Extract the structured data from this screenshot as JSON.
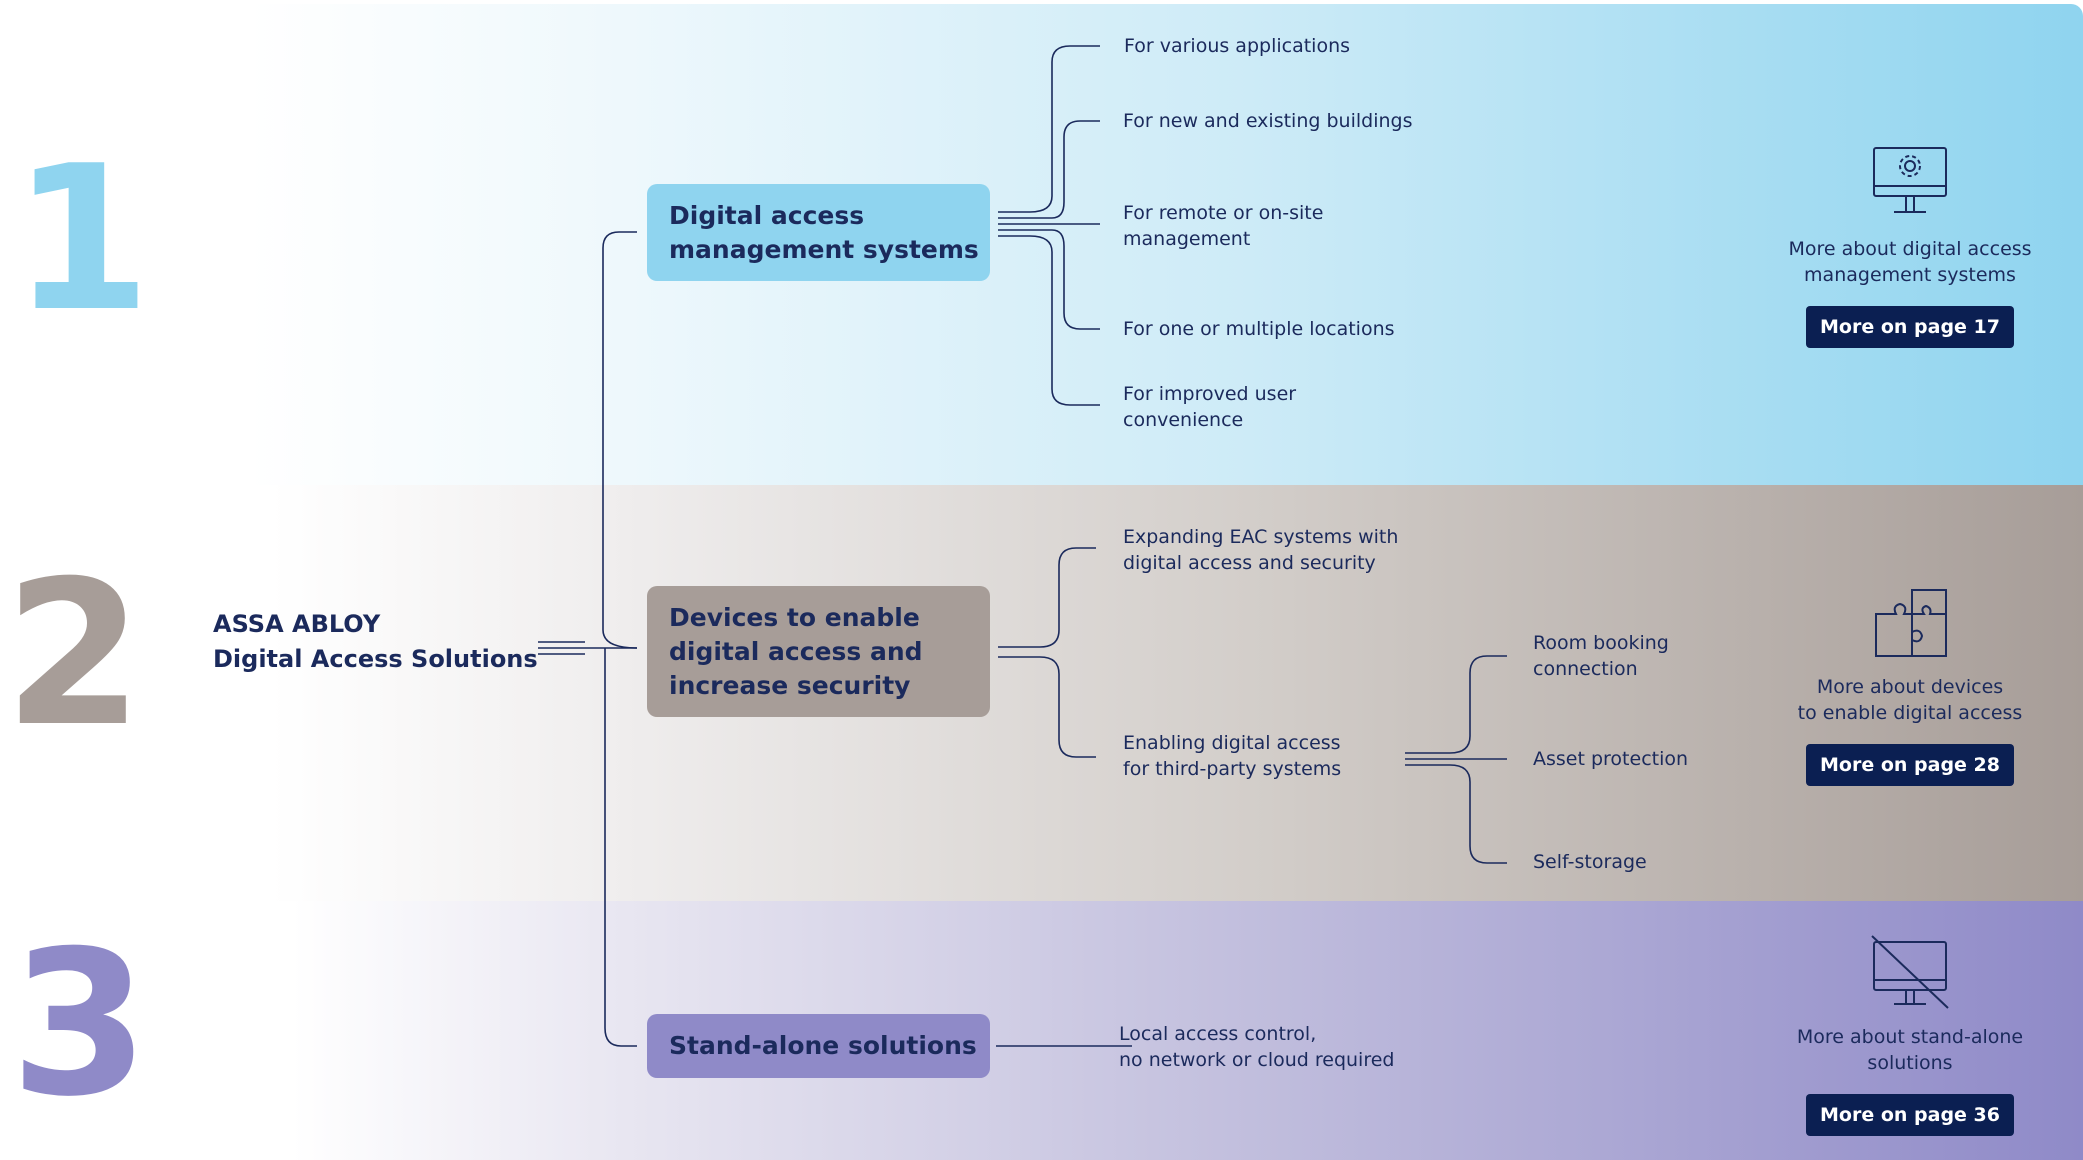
{
  "numbers": [
    "1",
    "2",
    "3"
  ],
  "root": {
    "line1": "ASSA ABLOY",
    "line2": "Digital Access Solutions"
  },
  "categories": [
    {
      "lines": [
        "Digital access",
        "management systems"
      ]
    },
    {
      "lines": [
        "Devices to enable",
        "digital access and",
        "increase security"
      ]
    },
    {
      "lines": [
        "Stand-alone solutions"
      ]
    }
  ],
  "category1_items": [
    {
      "lines": [
        "For various applications"
      ]
    },
    {
      "lines": [
        "For new and existing buildings"
      ]
    },
    {
      "lines": [
        "For remote or on-site",
        "management"
      ]
    },
    {
      "lines": [
        "For one or multiple locations"
      ]
    },
    {
      "lines": [
        "For improved user",
        "convenience"
      ]
    }
  ],
  "category2_items": [
    {
      "lines": [
        "Expanding EAC systems with",
        "digital access and security"
      ]
    },
    {
      "lines": [
        "Enabling digital access",
        "for third-party systems"
      ]
    }
  ],
  "category2_subitems": [
    {
      "lines": [
        "Room booking",
        "connection"
      ]
    },
    {
      "lines": [
        "Asset protection"
      ]
    },
    {
      "lines": [
        "Self-storage"
      ]
    }
  ],
  "category3_items": [
    {
      "lines": [
        "Local access control,",
        "no network or cloud required"
      ]
    }
  ],
  "side_panels": [
    {
      "icon": "monitor-gear-icon",
      "caption_lines": [
        "More about digital access",
        "management systems"
      ],
      "button": "More on page 17"
    },
    {
      "icon": "puzzle-icon",
      "caption_lines": [
        "More about devices",
        "to enable digital access"
      ],
      "button": "More on page 28"
    },
    {
      "icon": "monitor-crossed-icon",
      "caption_lines": [
        "More about stand-alone",
        "solutions"
      ],
      "button": "More on page 36"
    }
  ],
  "colors": {
    "navy": "#1b2a5c",
    "button": "#0b1f52",
    "blue": "#8fd4ef",
    "taupe": "#a79d98",
    "lavender": "#8f8ac8"
  }
}
